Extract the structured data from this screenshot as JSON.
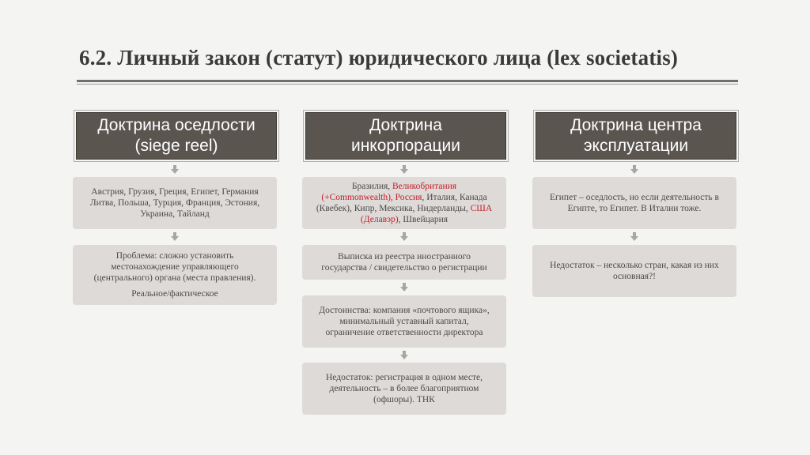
{
  "title": "6.2. Личный закон (статут) юридического лица (lex societatis)",
  "columns": [
    {
      "header": [
        "Доктрина оседлости",
        "(siege reel)"
      ],
      "boxes": [
        {
          "lines": [
            "Австрия, Грузия, Греция, Египет, Германия",
            "Литва, Польша, Турция, Франция, Эстония,",
            "Украина, Тайланд"
          ]
        },
        {
          "lines": [
            "Проблема: сложно установить",
            "местонахождение управляющего",
            "(центрального) органа (места правления)."
          ],
          "extra": "Реальное/фактическое"
        }
      ]
    },
    {
      "header": [
        "Доктрина",
        "инкорпорации"
      ],
      "box1": {
        "p1": "Бразилия, ",
        "r1": "Великобритания",
        "r2": "(+Commonwealth), Россия",
        "p2": ", Италия, Канада",
        "p3": "(Квебек), Кипр, Мексика, Нидерланды, ",
        "r3": "США",
        "r4": "(Делавэр)",
        "p4": ", Швейцария"
      },
      "boxes": [
        {
          "lines": [
            "Выписка из реестра иностранного",
            "государства / свидетельство о регистрации"
          ]
        },
        {
          "lines": [
            "Достоинства: компания «почтового ящика»,",
            "минимальный уставный капитал,",
            "ограничение ответственности директора"
          ]
        },
        {
          "lines": [
            "Недостаток: регистрация в одном месте,",
            "деятельность – в более благоприятном",
            "(офшоры). ТНК"
          ]
        }
      ]
    },
    {
      "header": [
        "Доктрина центра",
        "эксплуатации"
      ],
      "boxes": [
        {
          "lines": [
            "Египет – оседлость, но если деятельность в",
            "Египте, то Египет. В Италии тоже."
          ]
        },
        {
          "lines": [
            "Недостаток – несколько стран, какая из них",
            "основная?!"
          ]
        }
      ]
    }
  ]
}
